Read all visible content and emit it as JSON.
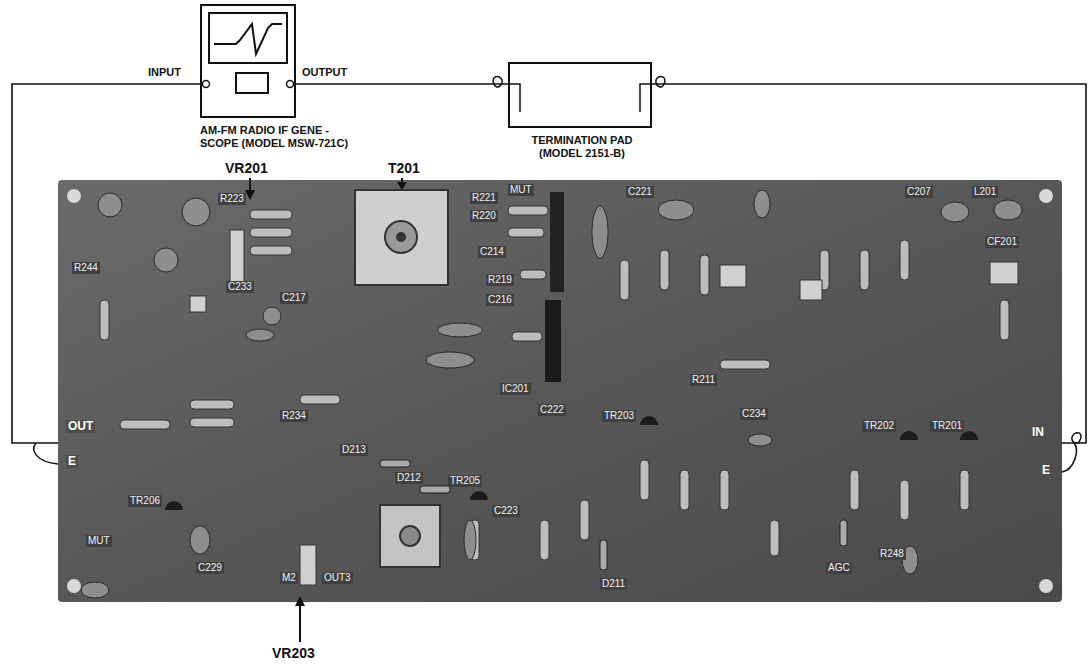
{
  "diagram": {
    "nodes": [
      {
        "text": [
          "AM-FM RADIO IF GENE -SCOPE (MODEL MSW-721C)"
        ]
      },
      {
        "text": [
          "TERMINATION PAD (MODEL 2151-B)"
        ]
      },
      {
        "text": [
          "OUT",
          "E",
          "IN",
          "E"
        ]
      }
    ],
    "edges": [
      {
        "from": 0,
        "to": 1,
        "arrow": "none"
      },
      {
        "from": 1,
        "to": 2,
        "arrow": "none"
      },
      {
        "from": 2,
        "to": 0,
        "arrow": "none"
      }
    ],
    "labels": [
      "INPUT",
      "OUTPUT",
      "VR201",
      "T201",
      "VR203",
      "R223",
      "R221",
      "R220",
      "C214",
      "R219",
      "C216",
      "C217",
      "C233",
      "MUT",
      "C221",
      "C207",
      "L201",
      "CF201",
      "C234",
      "R211",
      "IC201",
      "C222",
      "TR203",
      "TR202",
      "TR201",
      "D213",
      "R234",
      "TR205",
      "D212",
      "C223",
      "TR206",
      "MUT",
      "C229",
      "M2",
      "OUT3",
      "D211",
      "AGC",
      "R248",
      "R244"
    ]
  }
}
